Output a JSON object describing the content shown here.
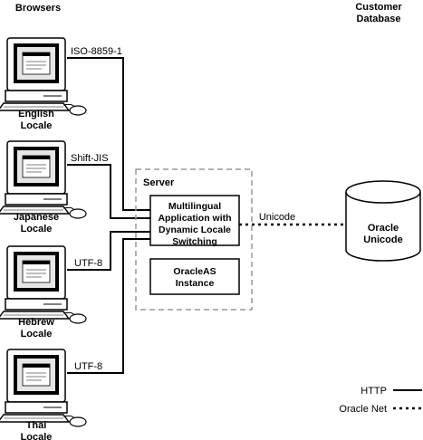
{
  "headings": {
    "browsers": "Browsers",
    "customer_database_line1": "Customer",
    "customer_database_line2": "Database"
  },
  "clients": [
    {
      "locale_line1": "English",
      "locale_line2": "Locale",
      "encoding": "ISO-8859-1"
    },
    {
      "locale_line1": "Japanese",
      "locale_line2": "Locale",
      "encoding": "Shift-JIS"
    },
    {
      "locale_line1": "Hebrew",
      "locale_line2": "Locale",
      "encoding": "UTF-8"
    },
    {
      "locale_line1": "Thai",
      "locale_line2": "Locale",
      "encoding": "UTF-8"
    }
  ],
  "server": {
    "label": "Server",
    "app_box_lines": [
      "Multilingual",
      "Application with",
      "Dynamic Locale",
      "Switching"
    ],
    "instance_box_lines": [
      "OracleAS",
      "Instance"
    ]
  },
  "connection": {
    "label": "Unicode"
  },
  "database": {
    "line1": "Oracle",
    "line2": "Unicode"
  },
  "legend": [
    {
      "label": "HTTP",
      "style": "solid"
    },
    {
      "label": "Oracle Net",
      "style": "dotted"
    }
  ]
}
